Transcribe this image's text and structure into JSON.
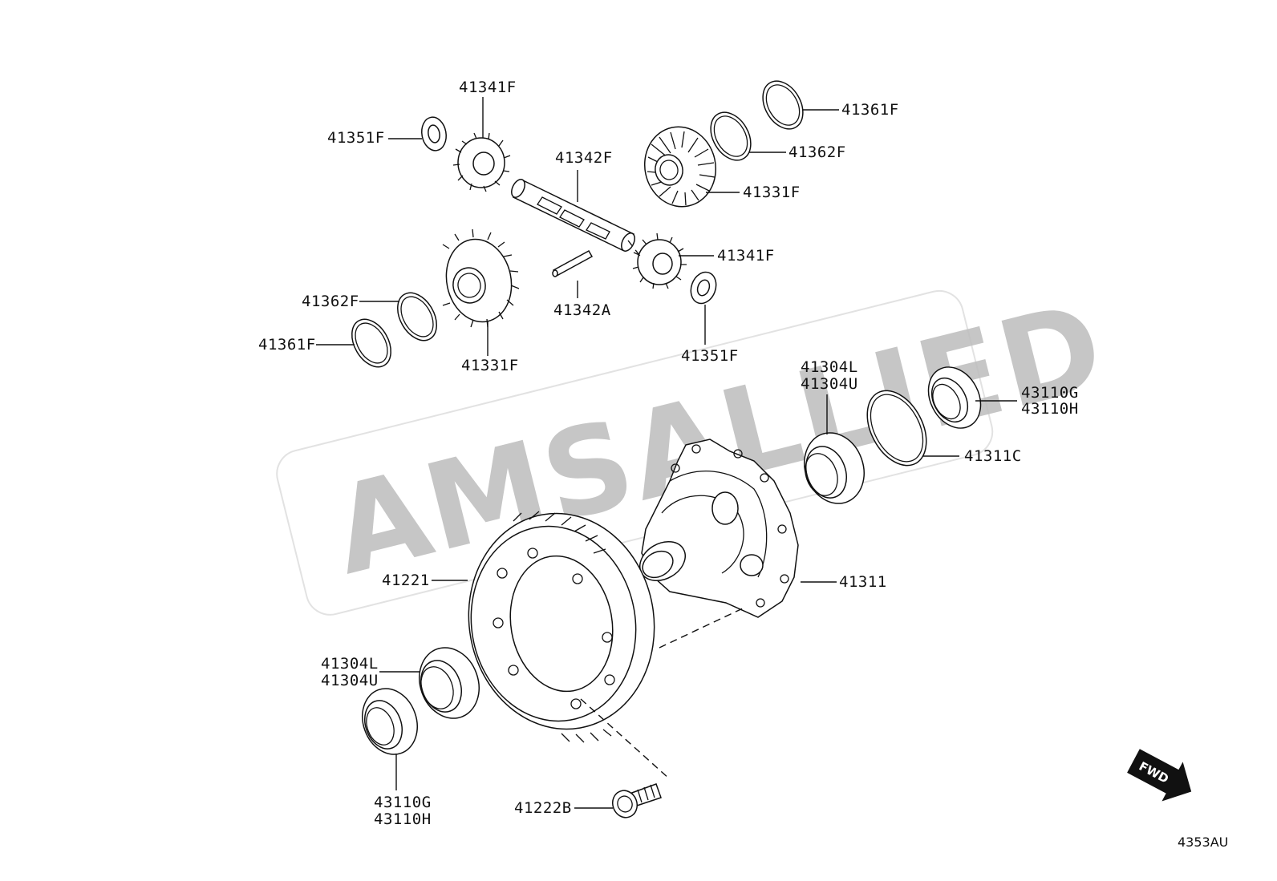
{
  "watermark": {
    "text": "AMSALLIED"
  },
  "fwd_badge": {
    "text": "FWD"
  },
  "diagram_id": "4353AU",
  "labels": {
    "l_41341F_top": "41341F",
    "l_41351F_top": "41351F",
    "l_41342F": "41342F",
    "l_41361F_top": "41361F",
    "l_41362F_top": "41362F",
    "l_41331F_top": "41331F",
    "l_41341F_mid": "41341F",
    "l_41342A": "41342A",
    "l_41362F_left": "41362F",
    "l_41361F_left": "41361F",
    "l_41331F_bottom": "41331F",
    "l_41351F_mid": "41351F",
    "l_41304L_right": "41304L",
    "l_41304U_right": "41304U",
    "l_43110G_right": "43110G",
    "l_43110H_right": "43110H",
    "l_41311C": "41311C",
    "l_41311": "41311",
    "l_41221": "41221",
    "l_41304L_left": "41304L",
    "l_41304U_left": "41304U",
    "l_43110G_bottom": "43110G",
    "l_43110H_bottom": "43110H",
    "l_41222B": "41222B"
  }
}
